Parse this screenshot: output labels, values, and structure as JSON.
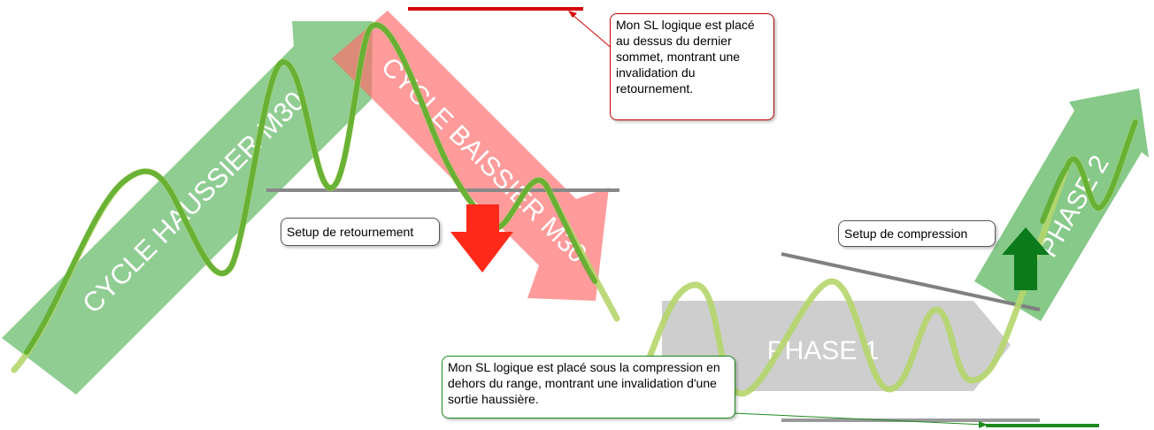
{
  "arrows": {
    "cycle_up": "CYCLE HAUSSIER M30",
    "cycle_down": "CYCLE BAISSIER M30",
    "phase1": "PHASE 1",
    "phase2": "PHASE 2"
  },
  "callouts": {
    "sl_top": "Mon SL logique est placé au dessus du dernier sommet, montrant une invalidation du retournement.",
    "setup_reversal": "Setup de retournement",
    "setup_compression": "Setup de compression",
    "sl_bottom": "Mon SL logique est placé sous la compression en dehors du range, montrant une invalidation d'une sortie haussière."
  },
  "colors": {
    "bull_band": "#4caf50",
    "bear_band": "#ff6b6b",
    "phase_band": "#bdbdbd",
    "price_curve_light": "#b5d66b",
    "price_curve_dark": "#5aaa2a",
    "sell_arrow": "#ff2a1a",
    "buy_arrow": "#0a7a1a",
    "sl_top_line": "#d40000",
    "sl_bottom_line": "#1e8a1e",
    "level_line": "#888888"
  },
  "icons": {
    "sell": "down-arrow-icon",
    "buy": "up-arrow-icon"
  }
}
